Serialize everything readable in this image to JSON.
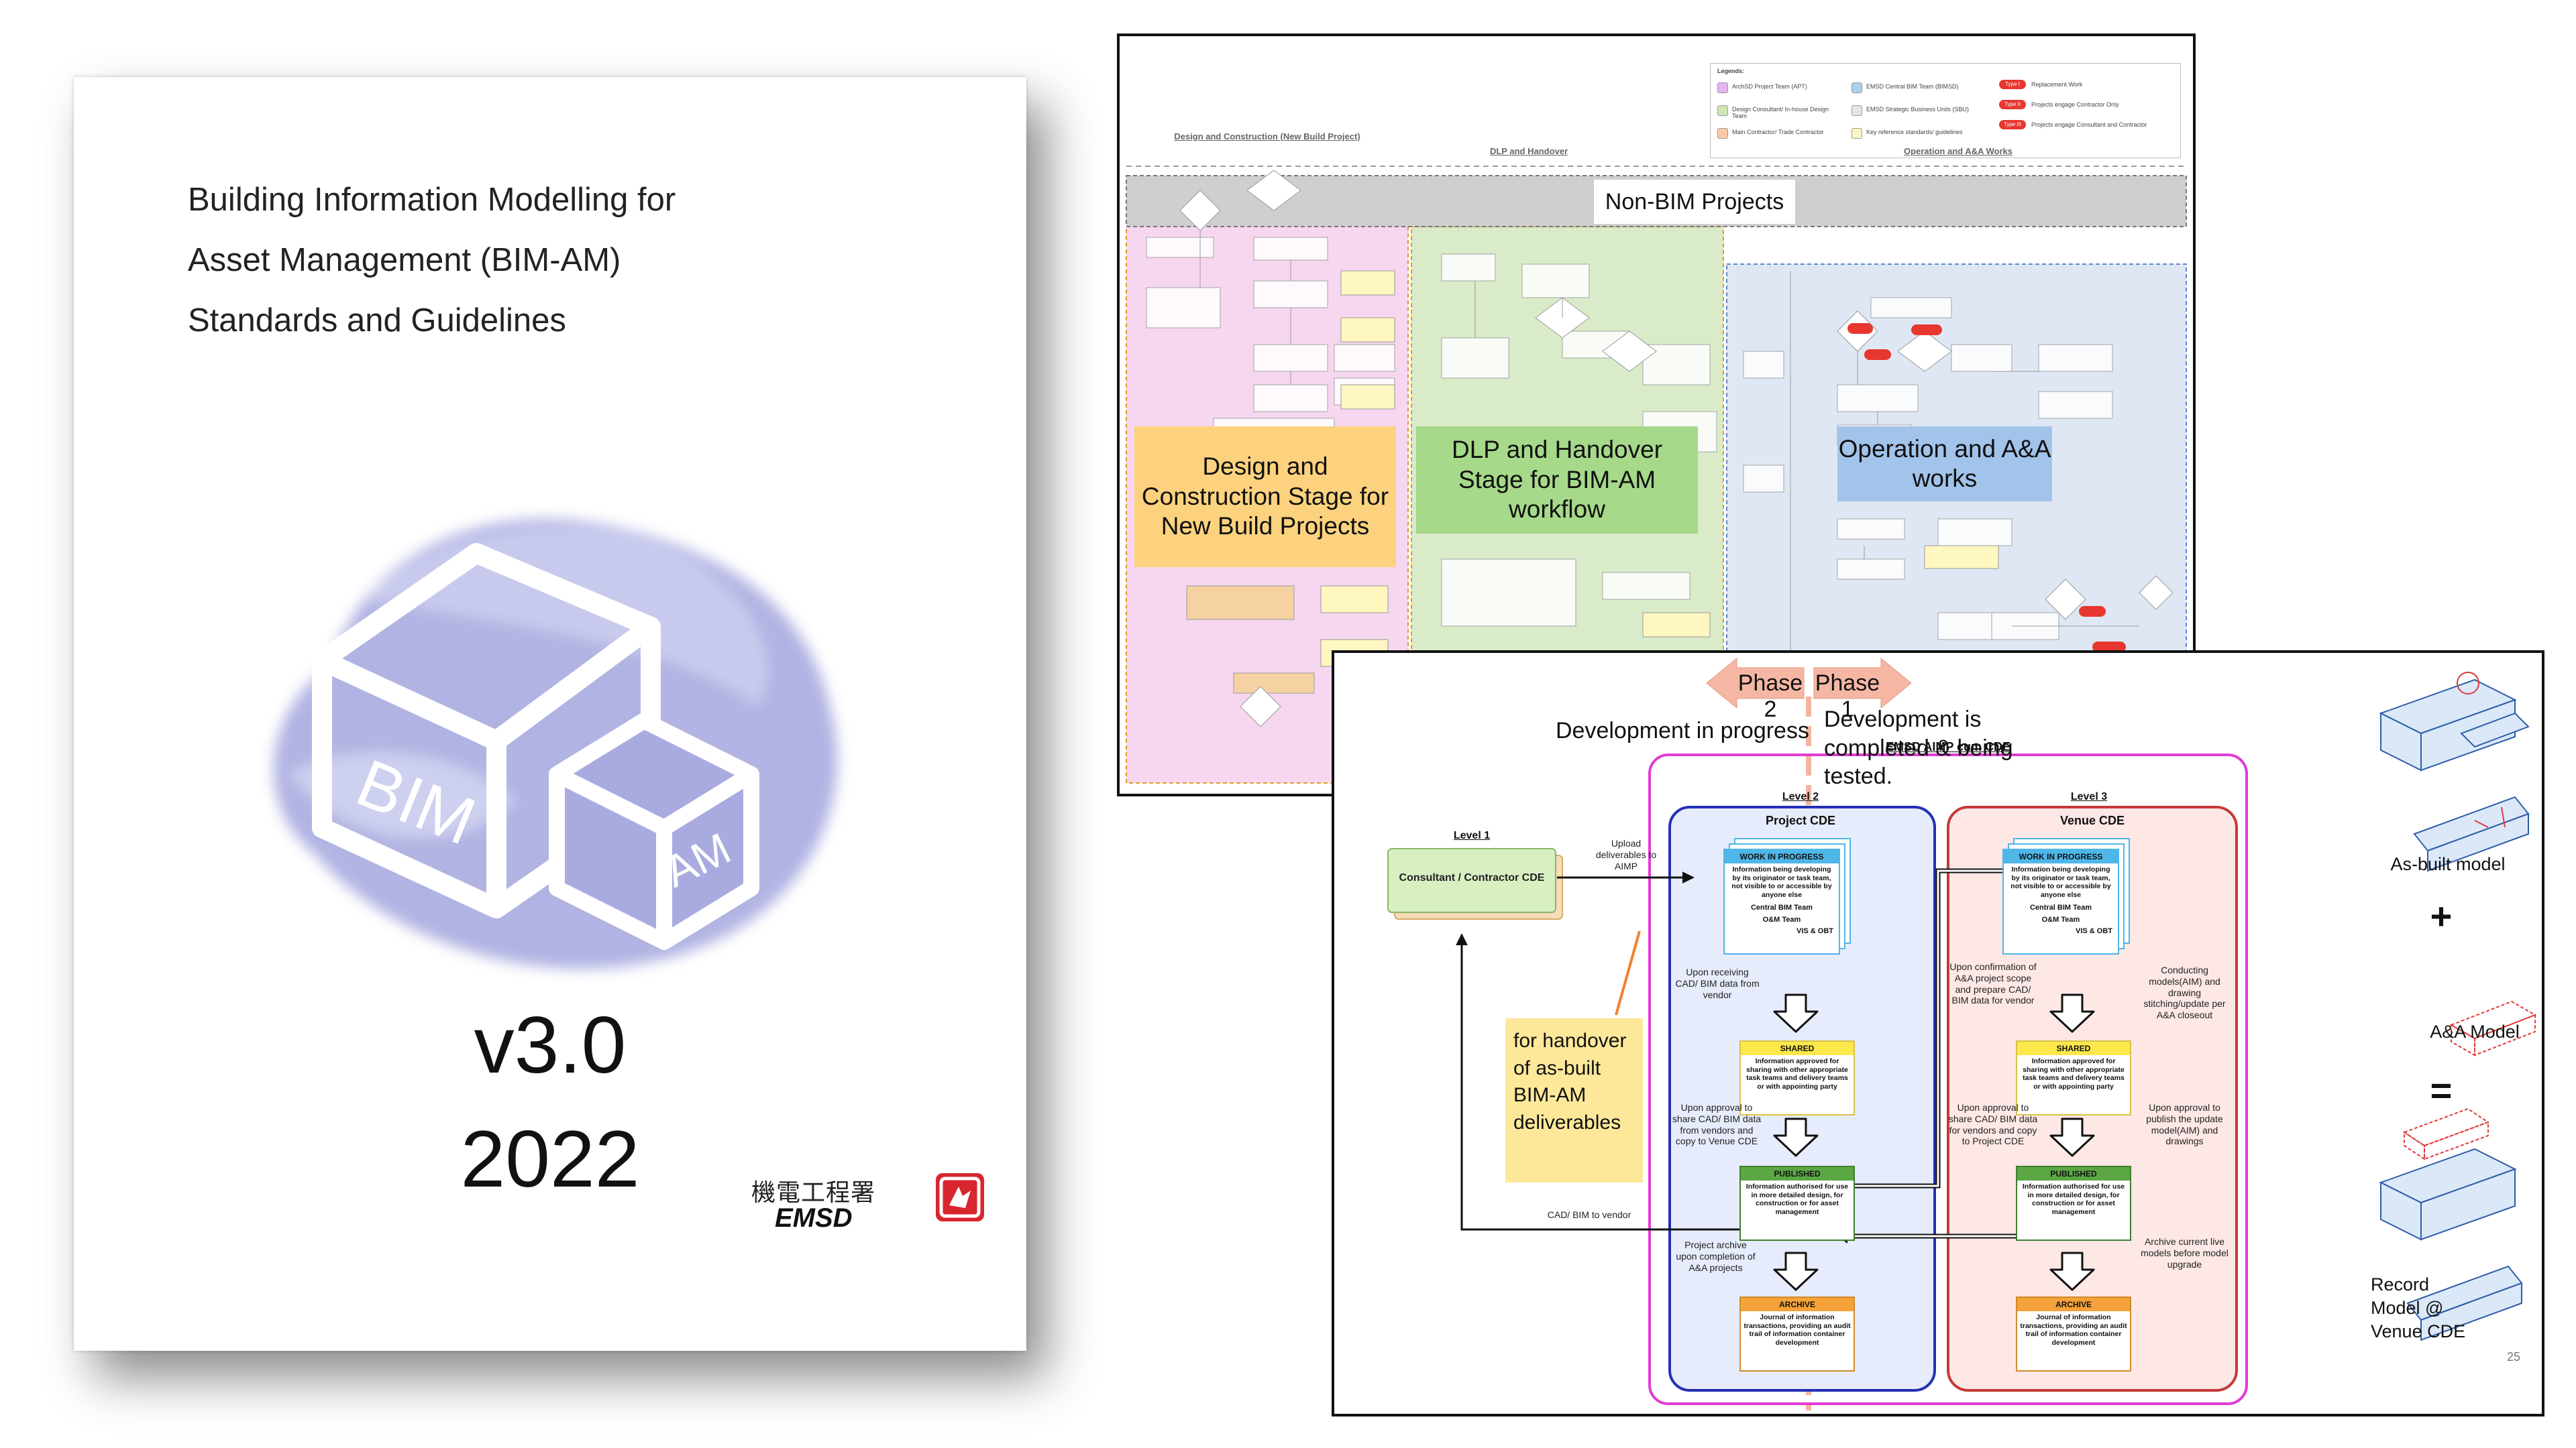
{
  "cover": {
    "title_lines": [
      "Building Information Modelling for",
      "Asset Management (BIM-AM)",
      "Standards and Guidelines"
    ],
    "logo_text_left": "BIM",
    "logo_text_right": "AM",
    "version": "v3.0",
    "year": "2022",
    "org_chinese": "機電工程署",
    "org_name": "EMSD"
  },
  "workflow_sheet": {
    "legend_title": "Legends:",
    "legend_items": [
      {
        "label": "ArchSD Project Team (APT)",
        "color": "#e4b5f2"
      },
      {
        "label": "EMSD Central BIM Team (BIMSD)",
        "color": "#a9d2ef"
      },
      {
        "label": "Design Consultant/ In-house Design Team",
        "color": "#cfe6b4"
      },
      {
        "label": "EMSD Strategic Business Units (SBU)",
        "color": "#e6e6e6"
      },
      {
        "label": "Main Contractor/ Trade Contractor",
        "color": "#fbc9a8"
      },
      {
        "label": "Key reference standards/ guidelines",
        "color": "#fdf6c3"
      }
    ],
    "type_badges": [
      {
        "label": "Type I",
        "desc": "Replacement Work"
      },
      {
        "label": "Type II",
        "desc": "Projects engage Contractor Only"
      },
      {
        "label": "Type III",
        "desc": "Projects engage Consultant and Contractor"
      }
    ],
    "zone_headers": [
      "Design and Construction (New Build Project)",
      "DLP and Handover",
      "Operation and A&A Works"
    ],
    "non_bim_label": "Non-BIM Projects",
    "callouts": [
      {
        "text": "Design and Construction Stage for New Build Projects",
        "color": "#fdd27e"
      },
      {
        "text": "DLP and Handover Stage for BIM-AM workflow",
        "color": "#a6d98a"
      },
      {
        "text": "Operation and A&A works",
        "color": "#a2c3ea"
      }
    ],
    "zone_colors": {
      "design": "#f6d7ef",
      "dlp": "#d9ebc9",
      "operation": "#dfe7f5"
    }
  },
  "cde_slide": {
    "phase2_label": "Phase 2",
    "phase1_label": "Phase 1",
    "phase2_desc": "Development in progress",
    "phase1_desc": "Development is completed & being tested.",
    "main_title": "EMSD AIMP cum CDE",
    "level1": {
      "heading": "Level 1",
      "box_label": "Consultant / Contractor CDE"
    },
    "level2": {
      "heading": "Level 2",
      "name": "Project CDE"
    },
    "level3": {
      "heading": "Level 3",
      "name": "Venue CDE"
    },
    "upload_note": "Upload deliverables to AIMP",
    "handover_note": "for handover of as-built BIM-AM deliverables",
    "cad_to_vendor": "CAD/ BIM to vendor",
    "states": {
      "wip_head": "WORK IN PROGRESS",
      "wip_body": "Information being developing by its originator or task team, not visible to or accessible by anyone else",
      "teams": [
        "Central BIM Team",
        "O&M Team",
        "VIS & OBT"
      ],
      "shared_head": "SHARED",
      "shared_body": "Information approved for sharing with other appropriate task teams and delivery teams or with appointing party",
      "published_head": "PUBLISHED",
      "published_body": "Information authorised for use in more detailed design, for construction or for asset management",
      "archive_head": "ARCHIVE",
      "archive_body": "Journal of information transactions, providing an audit trail of information container development"
    },
    "left_notes": [
      "Upon receiving CAD/ BIM data from vendor",
      "Upon approval to share CAD/ BIM data from vendors and copy to Venue CDE",
      "Project archive upon completion of A&A projects"
    ],
    "mid_notes": [
      "Upon confirmation of A&A project scope and prepare CAD/ BIM data for vendor",
      "Upon approval to share CAD/ BIM data for vendors and copy to Project CDE"
    ],
    "right_notes": [
      "Conducting models(AIM) and drawing stitching/update per A&A closeout",
      "Upon approval to publish the update model(AIM) and drawings",
      "Archive current live models before model upgrade"
    ],
    "side_labels": {
      "as_built": "As-built model",
      "plus": "+",
      "aa_model": "A&A Model",
      "equals": "=",
      "record": "Record Model @ Venue CDE"
    },
    "page_number": "25",
    "colors": {
      "phase_arrow": "#f5b7a3",
      "level1_fill": "#d8efc2",
      "level2_fill": "#e6ecfb",
      "level2_border": "#2430b5",
      "level3_fill": "#fde8e6",
      "level3_border": "#c53a3a",
      "outer_border": "#e23bd3",
      "wip": "#4fb6e8",
      "shared": "#fde84c",
      "published": "#5aa744",
      "archive": "#f5a23a",
      "handover_box": "#fde89a"
    }
  }
}
